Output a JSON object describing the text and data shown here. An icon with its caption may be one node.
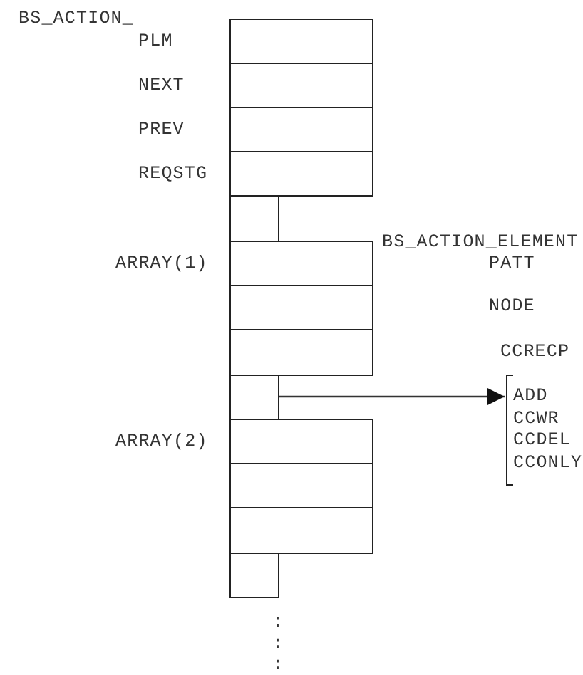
{
  "diagram": {
    "nodes": [
      {
        "text": [],
        "shape": "box",
        "beside": [
          "PLM"
        ]
      },
      {
        "text": [],
        "shape": "box",
        "beside": [
          "NEXT"
        ]
      },
      {
        "text": [],
        "shape": "box",
        "beside": [
          "PREV"
        ]
      },
      {
        "text": [],
        "shape": "box",
        "beside": [
          "REQSTG"
        ]
      },
      {
        "text": [],
        "shape": "box"
      },
      {
        "text": [],
        "shape": "box",
        "beside": [
          "ARRAY(1)"
        ]
      },
      {
        "text": [],
        "shape": "box"
      },
      {
        "text": [],
        "shape": "box"
      },
      {
        "text": [],
        "shape": "box"
      },
      {
        "text": [
          "ADD",
          "CCWR",
          "CCDEL",
          "CCONLY"
        ]
      },
      {
        "text": [],
        "shape": "box",
        "beside": [
          "ARRAY(2)"
        ]
      },
      {
        "text": [],
        "shape": "box"
      },
      {
        "text": [],
        "shape": "box"
      },
      {
        "text": [],
        "shape": "box"
      }
    ],
    "edges": [
      {
        "from": 8,
        "to": 9,
        "arrow": "to"
      }
    ],
    "labels": [
      "BS_ACTION_",
      "BS_ACTION_ELEMENT",
      "PATT",
      "NODE",
      "CCRECP",
      ":",
      ":",
      ":"
    ]
  }
}
